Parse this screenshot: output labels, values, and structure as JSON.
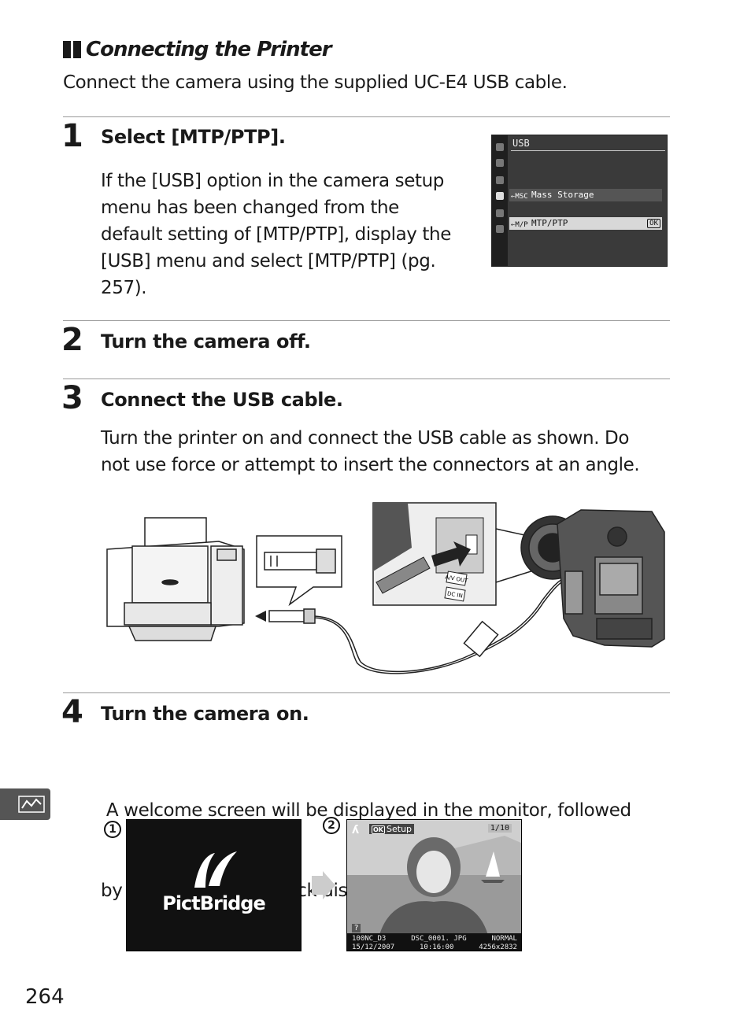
{
  "section": {
    "title": "Connecting the Printer",
    "intro": "Connect the camera using the supplied UC-E4 USB cable."
  },
  "steps": [
    {
      "number": "1",
      "title": "Select [MTP/PTP].",
      "body_lines": [
        "If the [USB] option in the camera setup",
        "menu has been changed from the",
        "default setting of [MTP/PTP], display the",
        "[USB] menu and select [MTP/PTP] (pg.",
        "257)."
      ]
    },
    {
      "number": "2",
      "title": "Turn the camera off."
    },
    {
      "number": "3",
      "title": "Connect the USB cable.",
      "body_lines": [
        "Turn the printer on and connect the USB cable as shown.  Do",
        "not use force or attempt to insert the connectors at an angle."
      ]
    },
    {
      "number": "4",
      "title": "Turn the camera on.",
      "body_lines": [
        " A welcome screen will be displayed in the monitor, followed",
        "by a PictBridge playback display."
      ]
    }
  ],
  "usb_menu": {
    "title": "USB",
    "option1_icon": "⇠MSC",
    "option1": "Mass Storage",
    "option2_icon": "⇠M/P",
    "option2": "MTP/PTP",
    "ok": "OK"
  },
  "connection_labels": {
    "av_out": "A/V OUT",
    "dc_in": "DC IN"
  },
  "screens": {
    "marker1": "1",
    "marker2": "2",
    "pictbridge_logo": "PictBridge",
    "playback": {
      "ok_label": "OK",
      "setup": "Setup",
      "counter": "1/10",
      "help": "?",
      "folder": "100NC_D3",
      "file": "DSC_0001. JPG",
      "quality": "NORMAL",
      "date": "15/12/2007",
      "time": "10:16:00",
      "size": "4256x2832"
    }
  },
  "page_number": "264"
}
